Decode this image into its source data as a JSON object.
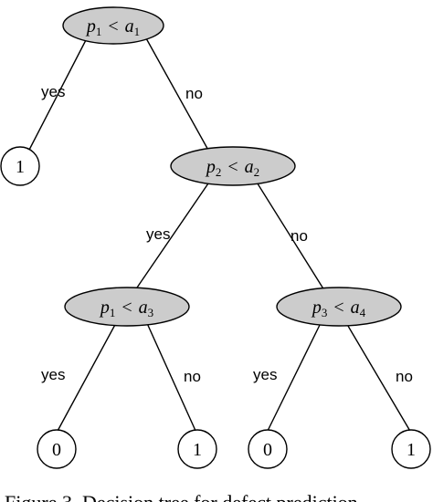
{
  "diagram": {
    "decisions": [
      {
        "var": "p",
        "var_sub": "1",
        "op": "<",
        "thr": "a",
        "thr_sub": "1"
      },
      {
        "var": "p",
        "var_sub": "2",
        "op": "<",
        "thr": "a",
        "thr_sub": "2"
      },
      {
        "var": "p",
        "var_sub": "1",
        "op": "<",
        "thr": "a",
        "thr_sub": "3"
      },
      {
        "var": "p",
        "var_sub": "3",
        "op": "<",
        "thr": "a",
        "thr_sub": "4"
      }
    ],
    "leaves": [
      "1",
      "0",
      "1",
      "0",
      "1"
    ],
    "edge_labels": {
      "yes": "yes",
      "no": "no"
    },
    "caption": "Figure 3. Decision tree for defect prediction"
  }
}
